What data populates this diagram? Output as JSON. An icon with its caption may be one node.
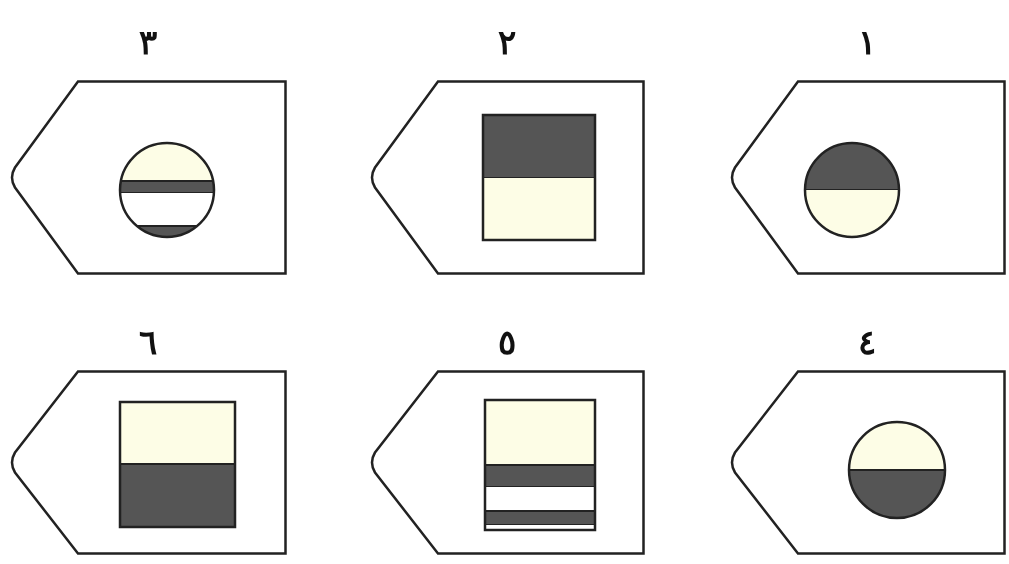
{
  "diagram": {
    "nodes": [
      {
        "text": [
          "١"
        ]
      },
      {
        "text": [
          "٢"
        ]
      },
      {
        "text": [
          "٣"
        ]
      },
      {
        "text": [
          "٤"
        ]
      },
      {
        "text": [
          "٥"
        ]
      },
      {
        "text": [
          "٦"
        ]
      }
    ]
  }
}
